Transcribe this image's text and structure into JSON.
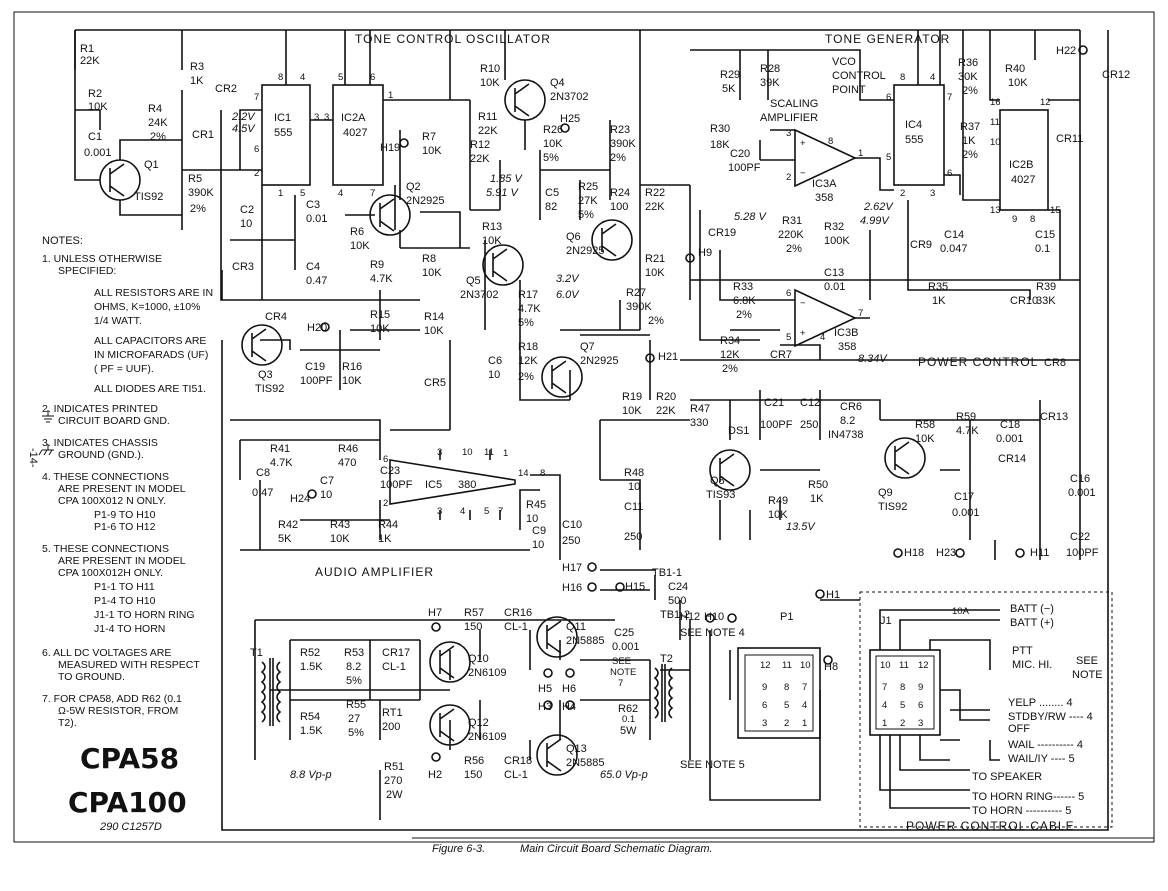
{
  "headers": {
    "tone_osc": "TONE CONTROL OSCILLATOR",
    "tone_gen": "TONE GENERATOR",
    "vco1": "VCO",
    "vco2": "CONTROL",
    "vco3": "POINT",
    "scaling": "SCALING",
    "amplifier": "AMPLIFIER",
    "power_control": "POWER CONTROL",
    "audio_amp": "AUDIO AMPLIFIER",
    "pcc": "POWER CONTROL CABLE"
  },
  "ics": {
    "ic1": "IC1",
    "ic1_t": "555",
    "ic2a": "IC2A",
    "ic2a_t": "4027",
    "ic3a": "IC3A",
    "ic3a_t": "358",
    "ic3b": "IC3B",
    "ic3b_t": "358",
    "ic4": "IC4",
    "ic4_t": "555",
    "ic2b": "IC2B",
    "ic2b_t": "4027",
    "ic5": "IC5",
    "ic5_t": "380"
  },
  "resistors": {
    "r1": "R1",
    "r1v": "22K",
    "r2": "R2",
    "r2v": "10K",
    "r3": "R3",
    "r3v": "1K",
    "r4": "R4",
    "r4v": "24K",
    "r4t": "2%",
    "r5": "R5",
    "r5v": "390K",
    "r5t": "2%",
    "r6": "R6",
    "r6v": "10K",
    "r7": "R7",
    "r7v": "10K",
    "r8": "R8",
    "r8v": "10K",
    "r9": "R9",
    "r9v": "4.7K",
    "r10": "R10",
    "r10v": "10K",
    "r11": "R11",
    "r11v": "22K",
    "r12": "R12",
    "r12v": "22K",
    "r13": "R13",
    "r13v": "10K",
    "r14": "R14",
    "r14v": "10K",
    "r15": "R15",
    "r15v": "10K",
    "r16": "R16",
    "r16v": "10K",
    "r17": "R17",
    "r17v": "4.7K",
    "r17t": "5%",
    "r18": "R18",
    "r18v": "12K",
    "r18t": "2%",
    "r19": "R19",
    "r19v": "10K",
    "r20": "R20",
    "r20v": "22K",
    "r21": "R21",
    "r21v": "10K",
    "r22": "R22",
    "r22v": "22K",
    "r23": "R23",
    "r23v": "390K",
    "r23t": "2%",
    "r24": "R24",
    "r24v": "100",
    "r25": "R25",
    "r25v": "27K",
    "r25t": "5%",
    "r26": "R26",
    "r26v": "10K",
    "r26t": "5%",
    "r27": "R27",
    "r27v": "390K",
    "r27t": "2%",
    "r28": "R28",
    "r28v": "39K",
    "r29": "R29",
    "r29v": "5K",
    "r30": "R30",
    "r30v": "18K",
    "r31": "R31",
    "r31v": "220K",
    "r31t": "2%",
    "r32": "R32",
    "r32v": "100K",
    "r33": "R33",
    "r33v": "6.8K",
    "r33t": "2%",
    "r34": "R34",
    "r34v": "12K",
    "r34t": "2%",
    "r35": "R35",
    "r35v": "1K",
    "r36": "R36",
    "r36v": "30K",
    "r36t": "2%",
    "r37": "R37",
    "r37v": "1K",
    "r37t": "2%",
    "r39": "R39",
    "r39v": "33K",
    "r40": "R40",
    "r40v": "10K",
    "r41": "R41",
    "r41v": "4.7K",
    "r42": "R42",
    "r42v": "5K",
    "r43": "R43",
    "r43v": "10K",
    "r44": "R44",
    "r44v": "1K",
    "r45": "R45",
    "r45v": "10",
    "r46": "R46",
    "r46v": "470",
    "r47": "R47",
    "r47v": "330",
    "r48": "R48",
    "r48v": "10",
    "r49": "R49",
    "r49v": "10K",
    "r50": "R50",
    "r50v": "1K",
    "r51": "R51",
    "r51v": "270",
    "r51t": "2W",
    "r52": "R52",
    "r52v": "1.5K",
    "r53": "R53",
    "r53v": "8.2",
    "r53t": "5%",
    "r54": "R54",
    "r54v": "1.5K",
    "r55": "R55",
    "r55v": "27",
    "r55t": "5%",
    "r56": "R56",
    "r56v": "150",
    "r57": "R57",
    "r57v": "150",
    "r58": "R58",
    "r58v": "10K",
    "r59": "R59",
    "r59v": "4.7K",
    "r62": "R62",
    "r62v": "0.1",
    "r62t": "5W"
  },
  "caps": {
    "c1": "C1",
    "c1v": "0.001",
    "c2": "C2",
    "c2v": "10",
    "c3": "C3",
    "c3v": "0.01",
    "c4": "C4",
    "c4v": "0.47",
    "c5": "C5",
    "c5v": "82",
    "c6": "C6",
    "c6v": "10",
    "c7": "C7",
    "c7v": "10",
    "c8": "C8",
    "c8v": "0.47",
    "c9": "C9",
    "c9v": "10",
    "c10": "C10",
    "c10v": "250",
    "c11": "C11",
    "c11v": "250",
    "c12": "C12",
    "c12v": "250",
    "c13": "C13",
    "c13v": "0.01",
    "c14": "C14",
    "c14v": "0.047",
    "c15": "C15",
    "c15v": "0.1",
    "c16": "C16",
    "c16v": "0.001",
    "c17": "C17",
    "c17v": "0.001",
    "c18": "C18",
    "c18v": "0.001",
    "c19": "C19",
    "c19v": "100PF",
    "c20": "C20",
    "c20v": "100PF",
    "c21": "C21",
    "c21v": "100PF",
    "c22": "C22",
    "c22v": "100PF",
    "c23": "C23",
    "c23v": "100PF",
    "c24": "C24",
    "c24v": "500",
    "c25": "C25",
    "c25v": "0.001"
  },
  "diodes": {
    "cr1": "CR1",
    "cr2": "CR2",
    "cr3": "CR3",
    "cr4": "CR4",
    "cr5": "CR5",
    "cr6": "CR6",
    "cr6v": "8.2",
    "cr6t": "IN4738",
    "cr7": "CR7",
    "cr8": "CR8",
    "cr9": "CR9",
    "cr10": "CR10",
    "cr11": "CR11",
    "cr12": "CR12",
    "cr13": "CR13",
    "cr14": "CR14",
    "cr16": "CR16",
    "cr16t": "CL-1",
    "cr17": "CR17",
    "cr17t": "CL-1",
    "cr18": "CR18",
    "cr18t": "CL-1",
    "cr19": "CR19",
    "ds1": "DS1",
    "rt1": "RT1",
    "rt1v": "200"
  },
  "transistors": {
    "q1": "Q1",
    "q1t": "TIS92",
    "q2": "Q2",
    "q2t": "2N2925",
    "q3": "Q3",
    "q3t": "TIS92",
    "q4": "Q4",
    "q4t": "2N3702",
    "q5": "Q5",
    "q5t": "2N3702",
    "q6": "Q6",
    "q6t": "2N2925",
    "q7": "Q7",
    "q7t": "2N2925",
    "q8": "Q8",
    "q8t": "TIS93",
    "q9": "Q9",
    "q9t": "TIS92",
    "q10": "Q10",
    "q10t": "2N6109",
    "q11": "Q11",
    "q11t": "2N5885",
    "q12": "Q12",
    "q12t": "2N6109",
    "q13": "Q13",
    "q13t": "2N5885"
  },
  "points": {
    "h1": "H1",
    "h2": "H2",
    "h3": "H3",
    "h4": "H4",
    "h5": "H5",
    "h6": "H6",
    "h7": "H7",
    "h8": "H8",
    "h9": "H9",
    "h10": "H10",
    "h11": "H11",
    "h12": "H12",
    "h15": "H15",
    "h16": "H16",
    "h17": "H17",
    "h18": "H18",
    "h19": "H19",
    "h20": "H20",
    "h21": "H21",
    "h22": "H22",
    "h23": "H23",
    "h24": "H24",
    "h25": "H25",
    "t1": "T1",
    "t2": "T2",
    "p1": "P1",
    "j1": "J1",
    "tb1_1": "TB1-1",
    "tb1_2": "TB1-2"
  },
  "voltages": {
    "v1": "2.2V",
    "v2": "4.5V",
    "v3": "1.85 V",
    "v4": "5.91 V",
    "v5": "3.2V",
    "v6": "6.0V",
    "v7": "5.28 V",
    "v8": "2.62V",
    "v9": "4.99V",
    "v10": "8.34V",
    "v11": "13.5V",
    "v12": "8.8 Vp-p",
    "v13": "65.0 Vp-p"
  },
  "notes": {
    "title": "NOTES:",
    "n1a": "1. UNLESS OTHERWISE",
    "n1b": "SPECIFIED:",
    "n1c": "ALL RESISTORS ARE IN",
    "n1d": "OHMS, K=1000, ±10%",
    "n1e": "1/4 WATT.",
    "n1f": "ALL CAPACITORS ARE",
    "n1g": "IN MICROFARADS (UF)",
    "n1h": "( PF = UUF).",
    "n1i": "ALL DIODES ARE TI51.",
    "n2a": "2.  INDICATES PRINTED",
    "n2b": "CIRCUIT BOARD GND.",
    "n3a": "3.  INDICATES CHASSIS",
    "n3b": "GROUND (GND.).",
    "n4a": "4. THESE CONNECTIONS",
    "n4b": "ARE PRESENT IN MODEL",
    "n4c": "CPA 100X012 N  ONLY.",
    "n4d": "P1-9 TO H10",
    "n4e": "P1-6 TO H12",
    "n5a": "5. THESE CONNECTIONS",
    "n5b": "ARE PRESENT IN MODEL",
    "n5c": "CPA 100X012H  ONLY.",
    "n5d": "P1-1 TO H11",
    "n5e": "P1-4 TO H10",
    "n5f": "J1-1 TO HORN RING",
    "n5g": "J1-4 TO HORN",
    "n6a": "6. ALL DC VOLTAGES ARE",
    "n6b": "MEASURED WITH RESPECT",
    "n6c": "TO GROUND.",
    "n7a": "7. FOR CPA58, ADD R62 (0.1",
    "n7b": "Ω-5W RESISTOR, FROM",
    "n7c": "T2).",
    "page": "-14-"
  },
  "models": {
    "m1": "CPA58",
    "m2": "CPA100",
    "docnum": "290 C1257D"
  },
  "caption": {
    "fig": "Figure 6-3.",
    "title": "Main Circuit Board Schematic Diagram."
  },
  "cable": {
    "batt_neg": "BATT (−)",
    "batt_pos": "BATT (+)",
    "fuse": "10A",
    "ptt1": "PTT",
    "ptt2": "MIC. HI.",
    "see1": "SEE",
    "see2": "NOTE",
    "yelp": "YELP ........ 4",
    "stdby": "STDBY/RW ---- 4",
    "off": "OFF",
    "wail": "WAIL ---------- 4",
    "wailiy": "WAIL/IY ---- 5",
    "speaker": "TO SPEAKER",
    "horn_ring": "TO HORN RING------ 5",
    "horn": "TO HORN ---------- 5",
    "see_note4": "SEE NOTE 4",
    "see_note5": "SEE NOTE 5",
    "see_note7a": "SEE",
    "see_note7b": "NOTE",
    "see_note7c": "7"
  }
}
